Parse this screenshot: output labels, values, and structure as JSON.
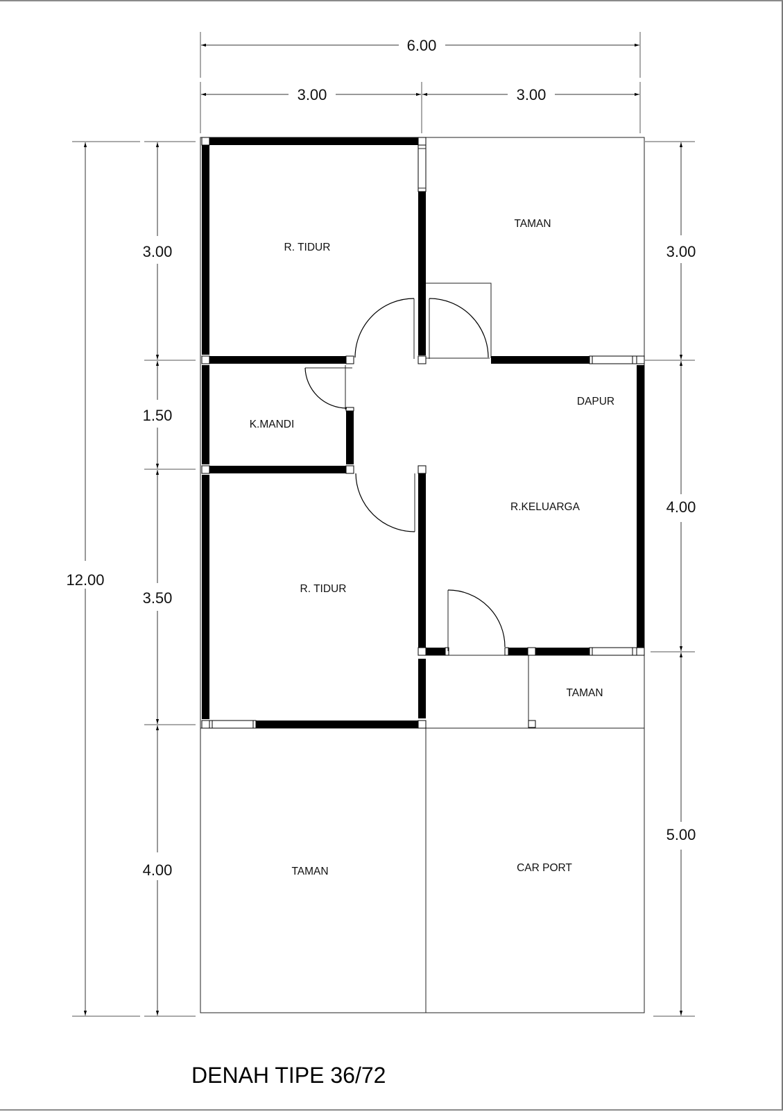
{
  "drawing": {
    "title": "DENAH TIPE 36/72",
    "units": "m"
  },
  "dimensions": {
    "top_total": "6.00",
    "top_left": "3.00",
    "top_right": "3.00",
    "left_total": "12.00",
    "left_segments": [
      "3.00",
      "1.50",
      "3.50",
      "4.00"
    ],
    "right_segments": [
      "3.00",
      "4.00",
      "5.00"
    ]
  },
  "rooms": {
    "bedroom_1": "R. TIDUR",
    "garden_back": "TAMAN",
    "bathroom": "K.MANDI",
    "kitchen": "DAPUR",
    "family_room": "R.KELUARGA",
    "bedroom_2": "R. TIDUR",
    "garden_side": "TAMAN",
    "garden_front": "TAMAN",
    "carport": "CAR PORT"
  },
  "colors": {
    "wall": "#000000",
    "line": "#222222",
    "background": "#ffffff",
    "page_border": "#8a8a8a"
  }
}
